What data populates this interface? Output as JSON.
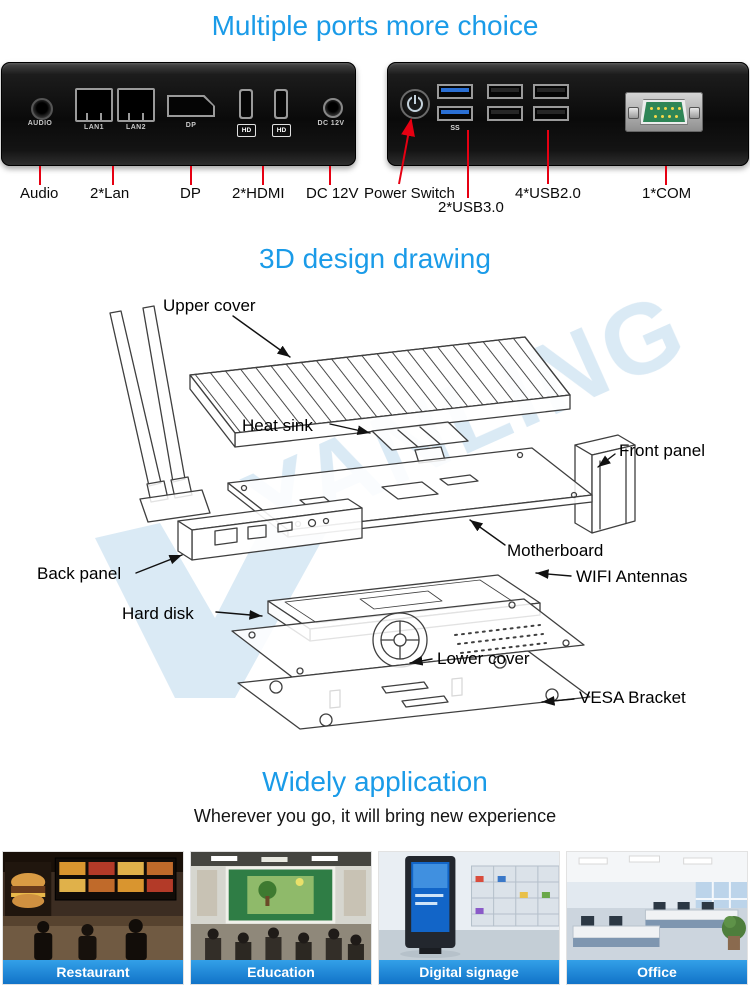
{
  "colors": {
    "heading_blue": "#1a9be8",
    "callout_red": "#e60012",
    "card_bar_blue": "#1173c8",
    "watermark_blue": "#b5d4ea",
    "usb3_blue": "#2a6fd4",
    "com_green": "#2e8556"
  },
  "ports_section": {
    "title": "Multiple ports more choice",
    "device_text": {
      "audio": "AUDIO",
      "lan1": "LAN1",
      "lan2": "LAN2",
      "dp": "DP",
      "hd": "HD",
      "dc": "DC 12V",
      "ss": "SS"
    },
    "callouts": {
      "audio": "Audio",
      "lan": "2*Lan",
      "dp": "DP",
      "hdmi": "2*HDMI",
      "dc": "DC 12V",
      "power": "Power Switch",
      "usb3": "2*USB3.0",
      "usb2": "4*USB2.0",
      "com": "1*COM"
    }
  },
  "design_section": {
    "title": "3D design drawing",
    "watermark": "YANLING",
    "labels": {
      "upper_cover": "Upper cover",
      "heat_sink": "Heat sink",
      "front_panel": "Front panel",
      "motherboard": "Motherboard",
      "back_panel": "Back panel",
      "wifi_antennas": "WIFI Antennas",
      "hard_disk": "Hard disk",
      "lower_cover": "Lower cover",
      "vesa_bracket": "VESA Bracket"
    }
  },
  "application_section": {
    "title": "Widely application",
    "subtitle": "Wherever you go, it will bring new experience",
    "cards": [
      {
        "label": "Restaurant"
      },
      {
        "label": "Education"
      },
      {
        "label": "Digital signage"
      },
      {
        "label": "Office"
      }
    ]
  }
}
